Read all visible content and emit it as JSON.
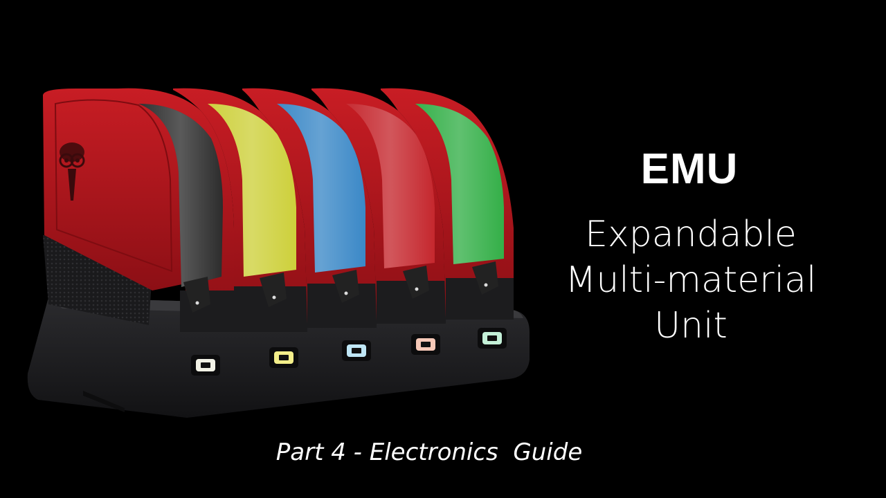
{
  "title": "EMU",
  "subtitle": {
    "line1": "Expandable",
    "line2": "Multi-material",
    "line3": "Unit"
  },
  "caption": "Part 4 - Electronics  Guide",
  "colors": {
    "background": "#000000",
    "shell_red": "#b3141c",
    "base_dark": "#1e1e20",
    "spool_black": "#1a1a1a",
    "spool_yellow": "#c9cc2a",
    "spool_blue": "#2a7ec2",
    "spool_red": "#c0151c",
    "spool_green": "#22a838",
    "led_white": "#f2f2e6",
    "led_yellow": "#f3ee8a",
    "led_blue": "#bfe6f5",
    "led_peach": "#f6c9b8",
    "led_mint": "#c4f0d8"
  },
  "icons": {
    "logo": "emu-head-logo"
  }
}
